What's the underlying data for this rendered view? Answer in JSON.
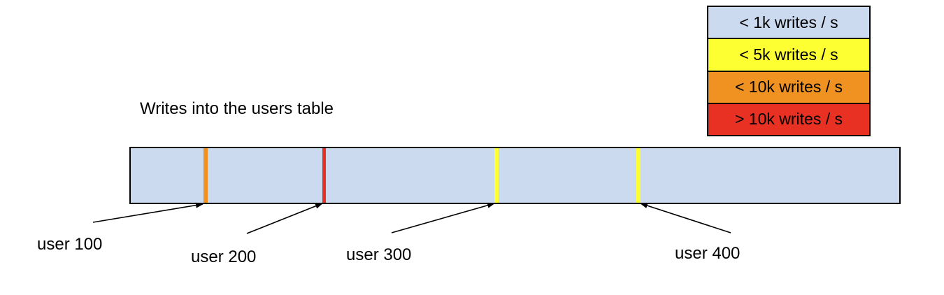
{
  "diagram": {
    "title": "Writes into the users table"
  },
  "legend": {
    "items": [
      {
        "label": "< 1k writes / s",
        "color": "#ccdaf0"
      },
      {
        "label": "< 5k writes / s",
        "color": "#feff33"
      },
      {
        "label": "< 10k writes / s",
        "color": "#ef9221"
      },
      {
        "label": "> 10k writes / s",
        "color": "#e83123"
      }
    ]
  },
  "bar": {
    "fill_color": "#ccdaf0",
    "border_color": "#000000",
    "markers": [
      {
        "user": "user 100",
        "rate": "< 10k writes / s",
        "color": "#ef9221"
      },
      {
        "user": "user 200",
        "rate": "> 10k writes / s",
        "color": "#e83123"
      },
      {
        "user": "user 300",
        "rate": "< 5k writes / s",
        "color": "#feff33"
      },
      {
        "user": "user 400",
        "rate": "< 5k writes / s",
        "color": "#feff33"
      }
    ]
  }
}
